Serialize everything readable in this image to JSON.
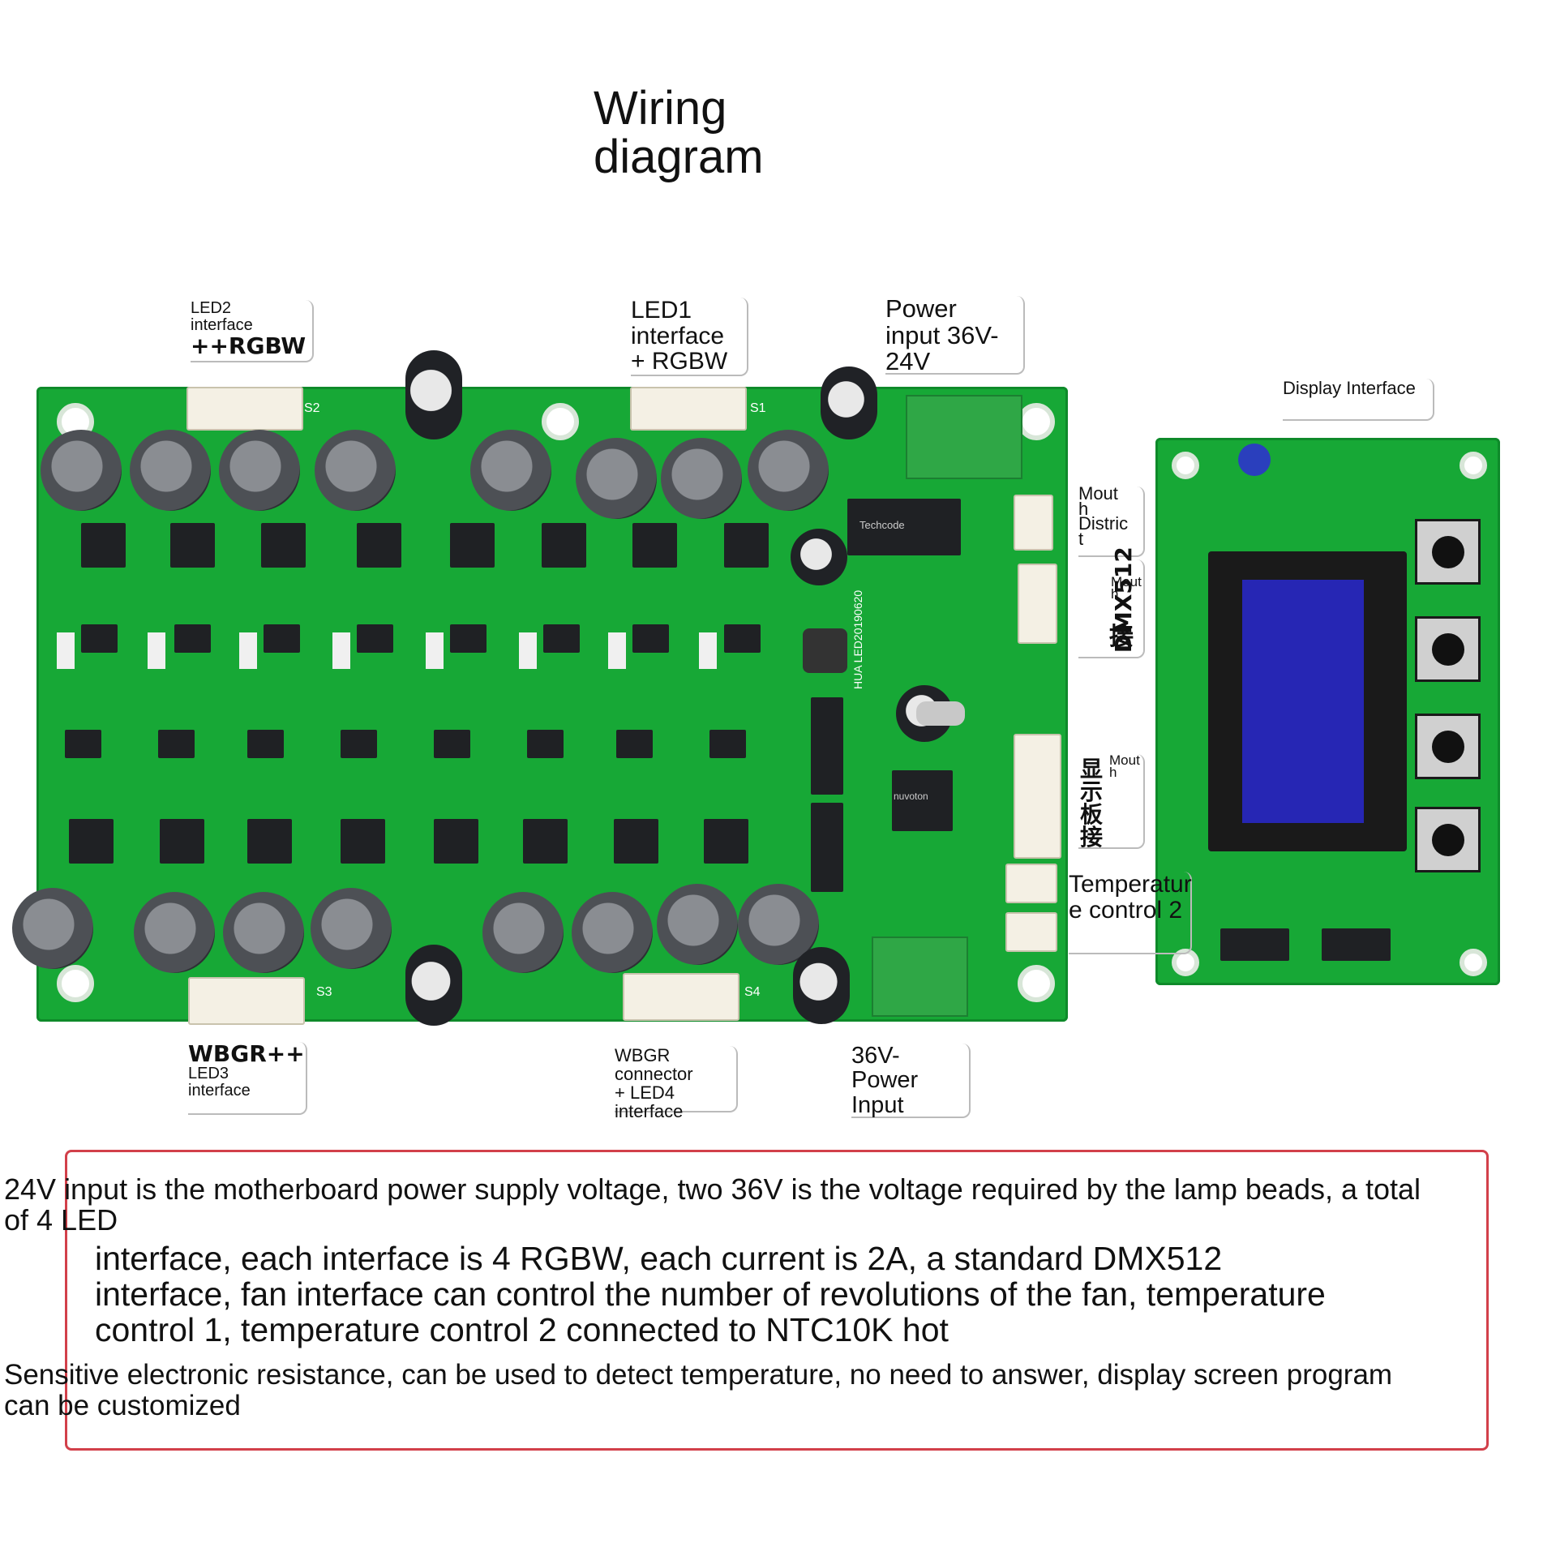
{
  "title": {
    "line1": "Wiring",
    "line2": "diagram"
  },
  "callouts": {
    "led2": {
      "line1": "LED2",
      "line2": "interface",
      "line3": "++RGBW"
    },
    "led1": {
      "line1": "LED1",
      "line2": "interface",
      "line3": "+ RGBW"
    },
    "power_top": {
      "line1": "Power",
      "line2": "input 36V-",
      "line3": "24V"
    },
    "display": {
      "text": "Display Interface"
    },
    "fan": {
      "line1": "Mout",
      "line2": "h",
      "line3": "Distric",
      "line4": "t"
    },
    "dmx": {
      "label": "DMX512",
      "cjk": "接",
      "line1": "Mout",
      "line2": "h"
    },
    "display_port": {
      "cjk": "显示板接",
      "line1": "Mout",
      "line2": "h"
    },
    "temp": {
      "line1": "Temperatur",
      "line2": "e control 2"
    },
    "led3": {
      "line1": "WBGR++",
      "line2": "LED3",
      "line3": "interface"
    },
    "led4": {
      "line1": "WBGR connector",
      "line2": "+ LED4 interface"
    },
    "power_bottom": {
      "line1": "36V-",
      "line2": "Power",
      "line3": "Input"
    }
  },
  "board_labels": {
    "s1": "S1",
    "s2": "S2",
    "s3": "S3",
    "s4": "S4",
    "pcb_id": "HUA LED20190620",
    "mcu": "nuvoton",
    "dcdc": "Techcode"
  },
  "description": {
    "line1": "24V input is the motherboard power supply voltage, two 36V is the voltage required by the lamp beads, a total",
    "line2": "of 4 LED",
    "line3": "interface, each interface is 4 RGBW, each current is 2A, a standard DMX512",
    "line4": "interface, fan interface can control the number of revolutions of the fan, temperature",
    "line5": "control 1, temperature control 2 connected to NTC10K hot",
    "line6": "Sensitive electronic resistance, can be used to detect temperature, no need to answer, display screen program",
    "line7": "can be customized"
  },
  "colors": {
    "pcb": "#17a836",
    "lcd": "#2626b4",
    "note_border": "#d2404a"
  }
}
